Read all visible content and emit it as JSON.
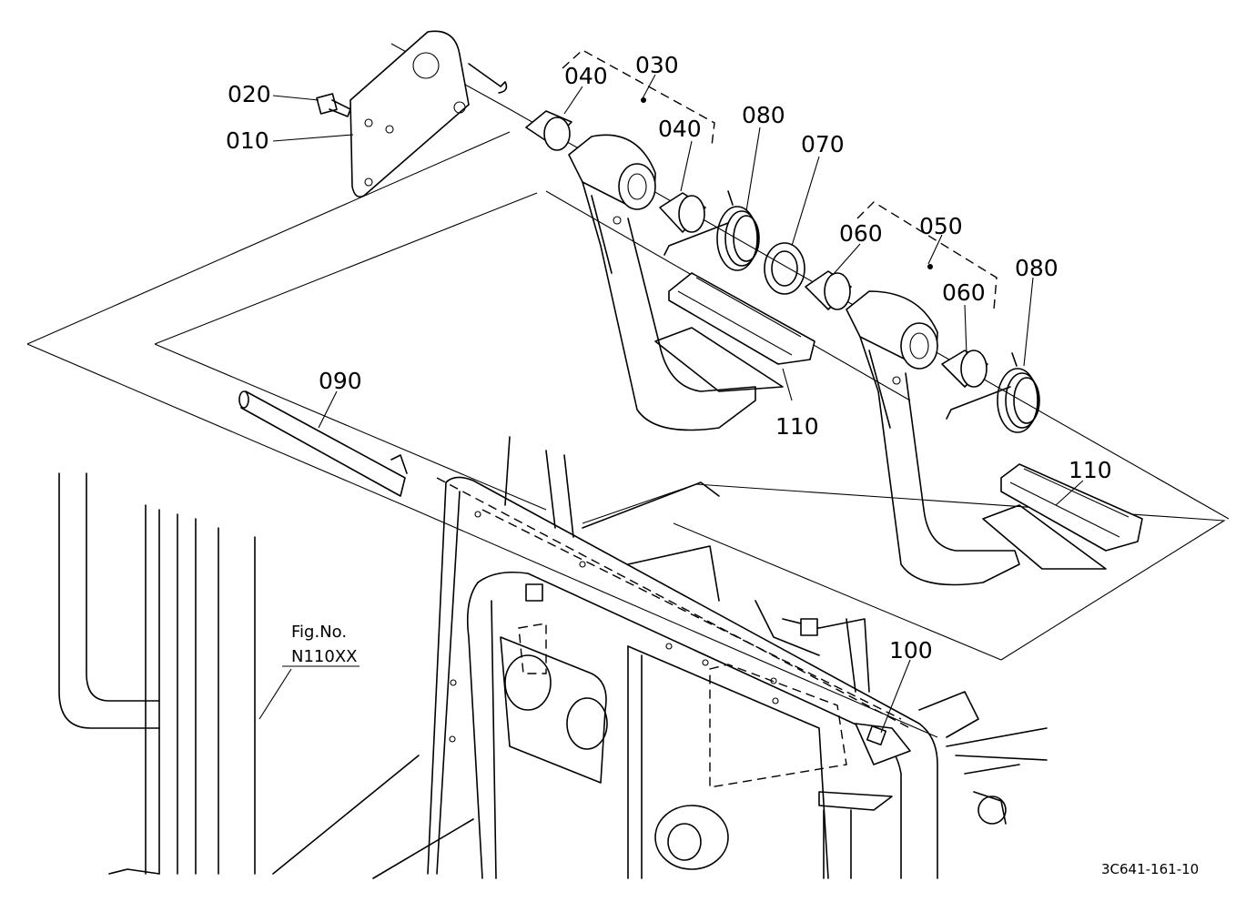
{
  "callouts": [
    {
      "id": "c010",
      "text": "010"
    },
    {
      "id": "c020",
      "text": "020"
    },
    {
      "id": "c030",
      "text": "030"
    },
    {
      "id": "c040a",
      "text": "040"
    },
    {
      "id": "c040b",
      "text": "040"
    },
    {
      "id": "c050",
      "text": "050"
    },
    {
      "id": "c060a",
      "text": "060"
    },
    {
      "id": "c060b",
      "text": "060"
    },
    {
      "id": "c070",
      "text": "070"
    },
    {
      "id": "c080a",
      "text": "080"
    },
    {
      "id": "c080b",
      "text": "080"
    },
    {
      "id": "c090",
      "text": "090"
    },
    {
      "id": "c100",
      "text": "100"
    },
    {
      "id": "c110a",
      "text": "110"
    },
    {
      "id": "c110b",
      "text": "110"
    }
  ],
  "figure_ref": {
    "line1": "Fig.No.",
    "line2": "N110XX"
  },
  "drawing_code": "3C641-161-10"
}
